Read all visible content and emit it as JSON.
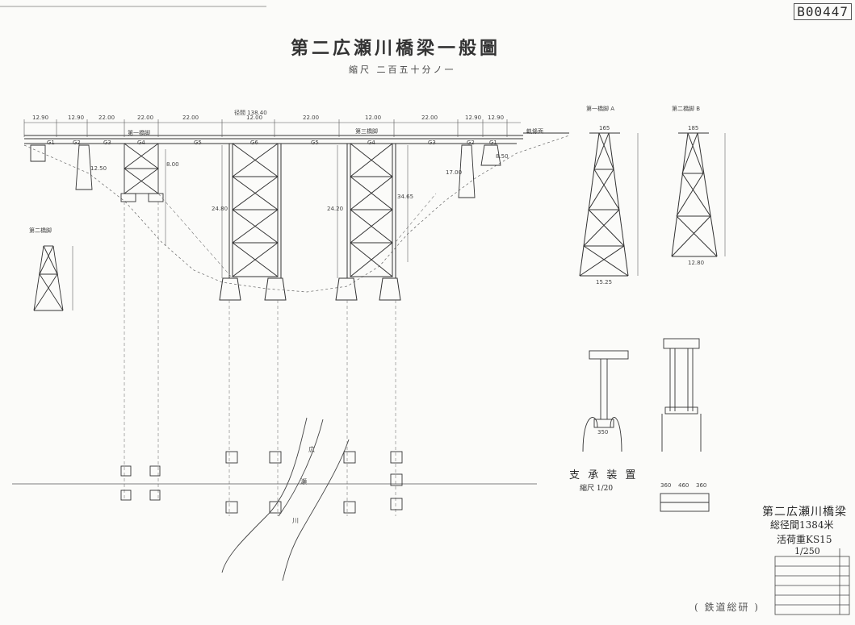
{
  "document_number": "B00447",
  "title": "第二広瀬川橋梁一般圖",
  "scale_text": "縮尺 二百五十分ノ一",
  "elevation": {
    "span_labels": [
      "12.90",
      "12.90",
      "22.00",
      "22.00",
      "22.00",
      "12.00",
      "22.00",
      "12.00",
      "22.00",
      "12.90",
      "12.90"
    ],
    "girder_labels": [
      "G1",
      "G2",
      "G3",
      "G4",
      "G5",
      "G6",
      "G5",
      "G4",
      "G3",
      "G2",
      "G1"
    ],
    "pier_heights": [
      "12.50",
      "8.00",
      "24.80",
      "24.20",
      "34.65",
      "17.00",
      "8.50"
    ],
    "rail_level": "軌條面",
    "total_span_note": "径間 138.40",
    "bent_label": "第一橋脚",
    "tower_label": "第二橋脚",
    "tower3_label": "第三橋脚"
  },
  "side_views": {
    "a_label": "第一橋脚 A",
    "b_label": "第二橋脚 B",
    "a_dims": [
      "165",
      "15.25"
    ],
    "b_dims": [
      "185",
      "12.80"
    ]
  },
  "bearing": {
    "title": "支 承 装 置",
    "scale": "縮尺 1/20",
    "dims": [
      "350",
      "360",
      "460",
      "360"
    ]
  },
  "plan": {
    "river_labels": [
      "広",
      "瀬",
      "川"
    ]
  },
  "title_block": {
    "line1": "第二広瀬川橋梁",
    "line2": "総径間1384米",
    "line3": "活荷重KS15",
    "line4": "1/250"
  },
  "footer_note": "( 鉄道総研 )"
}
